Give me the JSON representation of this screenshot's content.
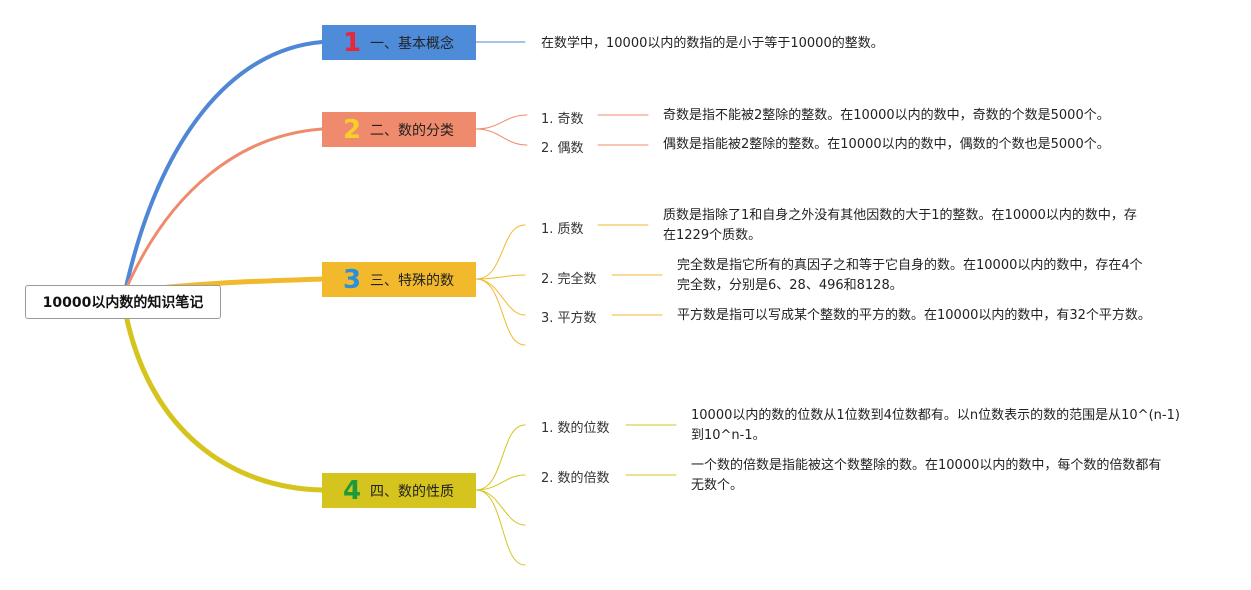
{
  "root": {
    "label": "10000以内数的知识笔记"
  },
  "topics": [
    {
      "number": "1",
      "label": "一、基本概念",
      "fill": "#4e8bd9",
      "number_color": "#e8263c",
      "line_color": "#4f86d6",
      "detail": "在数学中，10000以内的数指的是小于等于10000的整数。"
    },
    {
      "number": "2",
      "label": "二、数的分类",
      "fill": "#ef8a6c",
      "number_color": "#f6cf2a",
      "line_color": "#ef8a6c",
      "subs": [
        {
          "label": "1. 奇数",
          "detail": "奇数是指不能被2整除的整数。在10000以内的数中，奇数的个数是5000个。"
        },
        {
          "label": "2. 偶数",
          "detail": "偶数是指能被2整除的整数。在10000以内的数中，偶数的个数也是5000个。"
        }
      ]
    },
    {
      "number": "3",
      "label": "三、特殊的数",
      "fill": "#f2b92c",
      "number_color": "#2b8fdb",
      "line_color": "#f2b92c",
      "subs": [
        {
          "label": "1. 质数",
          "detail_lines": [
            "质数是指除了1和自身之外没有其他因数的大于1的整数。在10000以内的数中，存",
            "在1229个质数。"
          ]
        },
        {
          "label": "2. 完全数",
          "detail_lines": [
            "完全数是指它所有的真因子之和等于它自身的数。在10000以内的数中，存在4个",
            "完全数，分别是6、28、496和8128。"
          ]
        },
        {
          "label": "3. 平方数",
          "detail_lines": [
            "平方数是指可以写成某个整数的平方的数。在10000以内的数中，有32个平方数。"
          ]
        }
      ]
    },
    {
      "number": "4",
      "label": "四、数的性质",
      "fill": "#d6c41e",
      "number_color": "#1f9a3a",
      "line_color": "#d6c41e",
      "subs": [
        {
          "label": "1. 数的位数",
          "detail_lines": [
            "10000以内的数的位数从1位数到4位数都有。以n位数表示的数的范围是从10^(n-1)",
            "到10^n-1。"
          ]
        },
        {
          "label": "2. 数的倍数",
          "detail_lines": [
            "一个数的倍数是指能被这个数整除的数。在10000以内的数中，每个数的倍数都有",
            "无数个。"
          ]
        }
      ]
    }
  ]
}
